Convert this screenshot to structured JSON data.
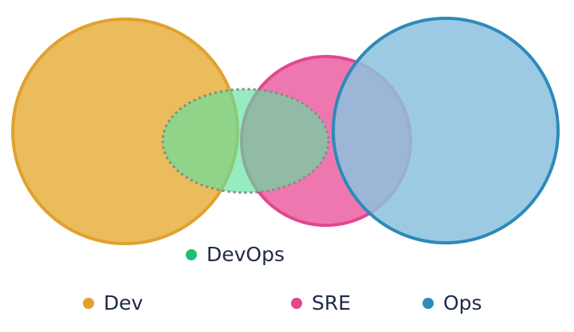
{
  "sets": {
    "dev": {
      "label": "Dev",
      "fill": "#e8b03f",
      "stroke": "#e0a12e"
    },
    "sre": {
      "label": "SRE",
      "fill": "#ec5fa2",
      "stroke": "#e2478f"
    },
    "ops": {
      "label": "Ops",
      "fill": "#8cc1de",
      "stroke": "#2d8ab9"
    },
    "devops": {
      "label": "DevOps",
      "fill": "#5ee0a0",
      "stroke": "#7f8f86",
      "dot": "#1dbf73"
    }
  }
}
